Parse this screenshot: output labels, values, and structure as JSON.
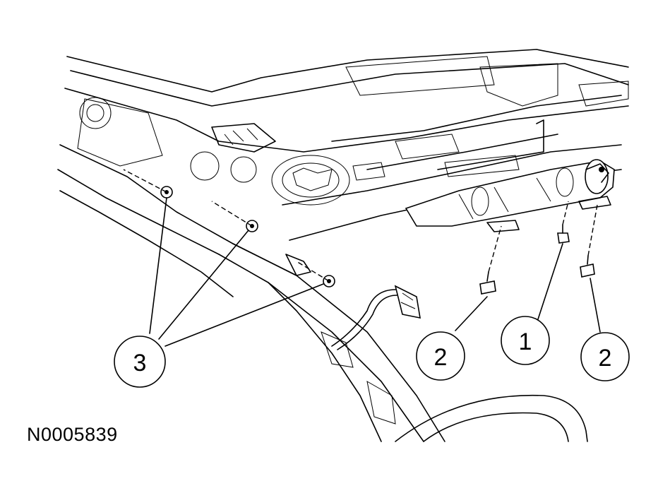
{
  "figure_id": "N0005839",
  "callouts": [
    {
      "label": "1"
    },
    {
      "label": "2"
    },
    {
      "label": "2"
    },
    {
      "label": "3"
    }
  ]
}
